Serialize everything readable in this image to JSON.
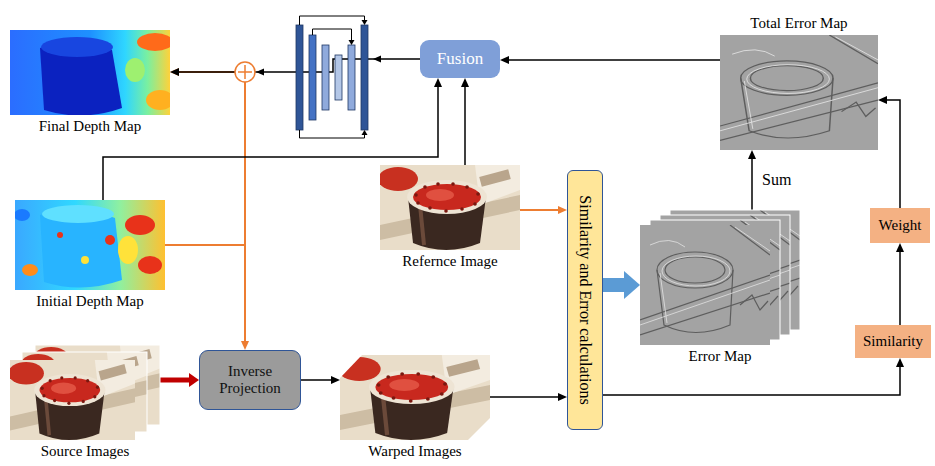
{
  "diagram": {
    "nodes": [
      {
        "text": [
          "Final Depth Map"
        ]
      },
      {
        "text": [
          "Fusion"
        ]
      },
      {
        "text": [
          "Total Error Map"
        ]
      },
      {
        "text": [
          "Initial Depth Map"
        ]
      },
      {
        "text": [
          "Refernce Image"
        ]
      },
      {
        "text": [
          "Similarity and Error calculations"
        ]
      },
      {
        "text": [
          "Error Map"
        ]
      },
      {
        "text": [
          "Weight"
        ]
      },
      {
        "text": [
          "Similarity"
        ]
      },
      {
        "text": [
          "Source Images"
        ]
      },
      {
        "text": [
          "Inverse Projection"
        ]
      },
      {
        "text": [
          "Warped Images"
        ]
      }
    ],
    "edges": [
      {
        "from": 1,
        "to": 0,
        "arrow": "to"
      },
      {
        "from": 3,
        "to": 0,
        "arrow": "to"
      },
      {
        "from": 3,
        "to": 1,
        "arrow": "to"
      },
      {
        "from": 2,
        "to": 1,
        "arrow": "to"
      },
      {
        "from": 4,
        "to": 1,
        "arrow": "to"
      },
      {
        "from": 4,
        "to": 5,
        "arrow": "to"
      },
      {
        "from": 6,
        "to": 2,
        "label": "Sum",
        "arrow": "to"
      },
      {
        "from": 5,
        "to": 6,
        "arrow": "to"
      },
      {
        "from": 5,
        "to": 8,
        "arrow": "to"
      },
      {
        "from": 8,
        "to": 7,
        "arrow": "to"
      },
      {
        "from": 7,
        "to": 2,
        "arrow": "to"
      },
      {
        "from": 9,
        "to": 10,
        "arrow": "to"
      },
      {
        "from": 3,
        "to": 10,
        "arrow": "to"
      },
      {
        "from": 10,
        "to": 11,
        "arrow": "to"
      },
      {
        "from": 11,
        "to": 5,
        "arrow": "to"
      }
    ]
  }
}
